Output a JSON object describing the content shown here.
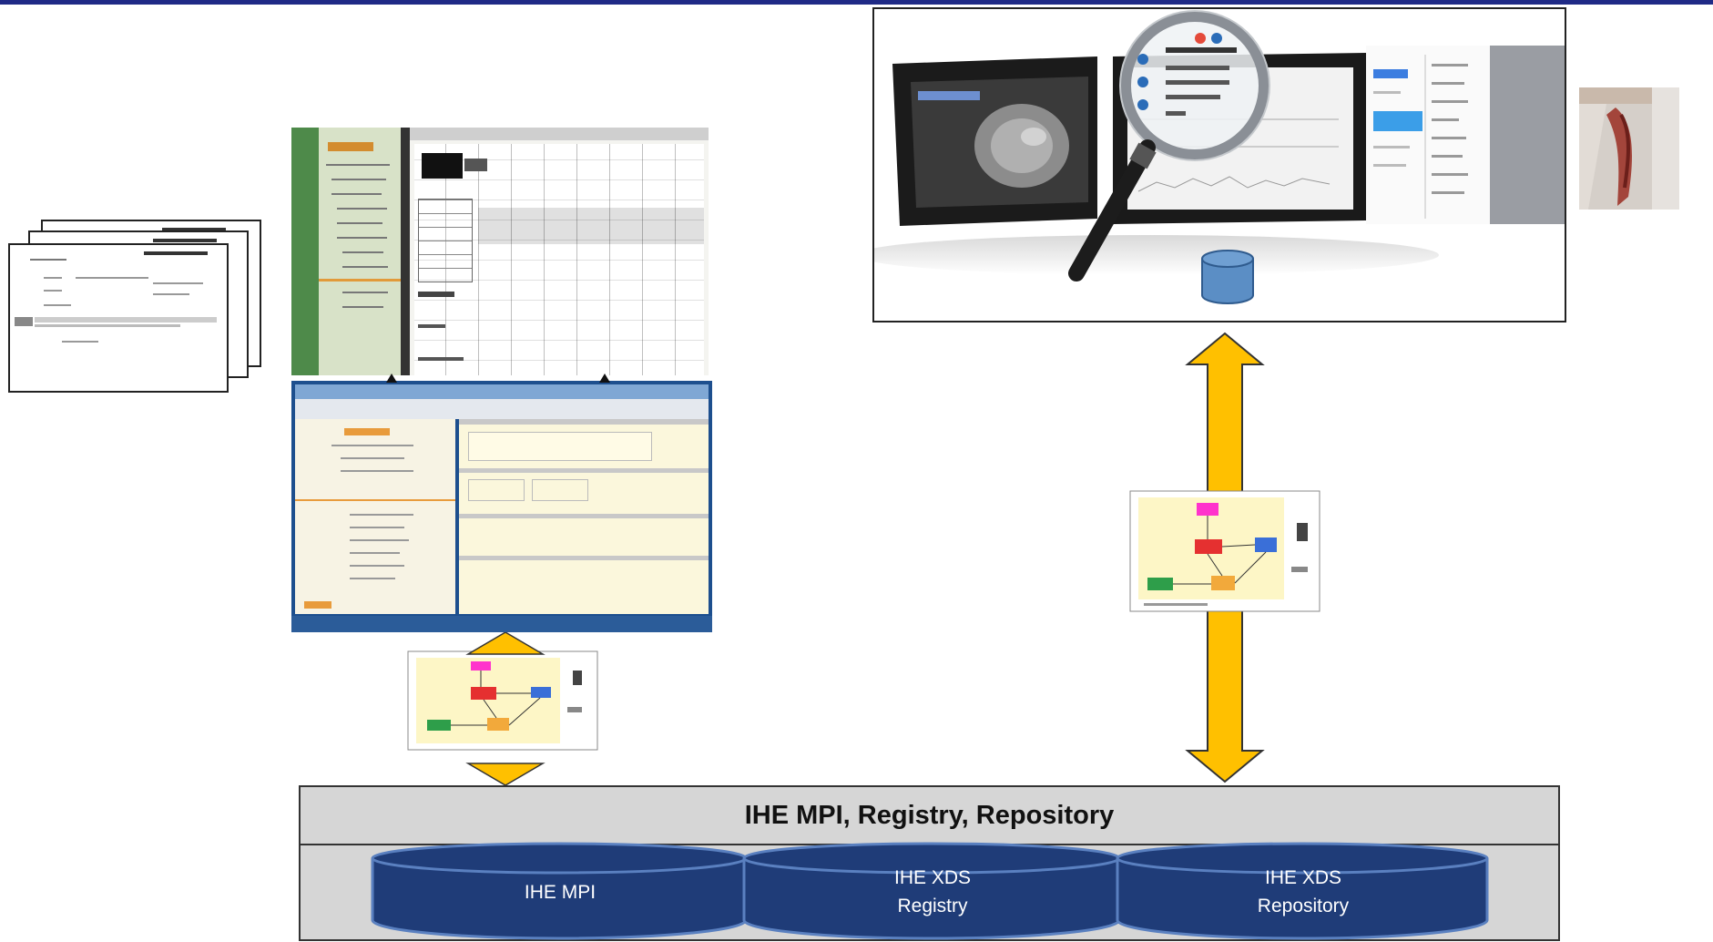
{
  "repository": {
    "title": "IHE MPI, Registry, Repository",
    "databases": [
      {
        "lines": [
          "IHE MPI"
        ]
      },
      {
        "lines": [
          "IHE XDS",
          "Registry"
        ]
      },
      {
        "lines": [
          "IHE XDS",
          "Repository"
        ]
      }
    ]
  },
  "colors": {
    "topbar": "#1f2a86",
    "arrow": "#ffc000",
    "database_fill": "#1f3c78",
    "small_db_fill": "#5b8ec5"
  }
}
